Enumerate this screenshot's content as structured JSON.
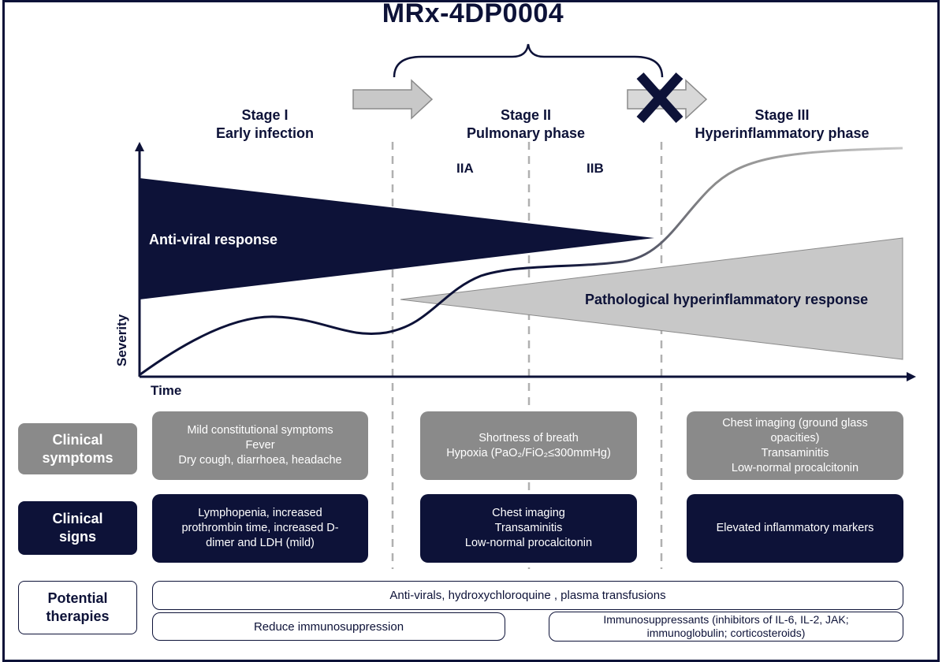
{
  "title": "MRx-4DP0004",
  "stages": {
    "stage1": {
      "line1": "Stage I",
      "line2": "Early infection"
    },
    "stage2": {
      "line1": "Stage II",
      "line2": "Pulmonary phase"
    },
    "stage3": {
      "line1": "Stage III",
      "line2": "Hyperinflammatory phase"
    }
  },
  "subphases": {
    "a": "IIA",
    "b": "IIB"
  },
  "chart": {
    "y_axis_label": "Severity",
    "x_axis_label": "Time",
    "antiviral_label": "Anti-viral response",
    "hyperinflammatory_label": "Pathological hyperinflammatory response"
  },
  "rows": {
    "clinical_symptoms": {
      "label_line1": "Clinical",
      "label_line2": "symptoms",
      "boxes": [
        [
          "Mild constitutional symptoms",
          "Fever",
          "Dry cough, diarrhoea, headache"
        ],
        [
          "Shortness of breath",
          "Hypoxia (PaO₂/FiO₂≤300mmHg)"
        ],
        [
          "Chest imaging (ground glass",
          "opacities)",
          "Transaminitis",
          "Low-normal procalcitonin"
        ]
      ]
    },
    "clinical_signs": {
      "label_line1": "Clinical",
      "label_line2": "signs",
      "boxes": [
        [
          "Lymphopenia, increased",
          "prothrombin time, increased D-",
          "dimer and LDH (mild)"
        ],
        [
          "Chest imaging",
          "Transaminitis",
          "Low-normal procalcitonin"
        ],
        [
          "Elevated inflammatory markers"
        ]
      ]
    },
    "potential_therapies": {
      "label_line1": "Potential",
      "label_line2": "therapies",
      "full_row": "Anti-virals, hydroxychloroquine , plasma transfusions",
      "left": "Reduce immunosuppression",
      "right_line1": "Immunosuppressants (inhibitors of IL-6, IL-2, JAK;",
      "right_line2": "immunoglobulin; corticosteroids)"
    }
  },
  "colors": {
    "navy": "#0d1238",
    "gray": "#8a8a8a",
    "light_gray": "#c8c8c8",
    "dashed": "#b0b0b0"
  }
}
